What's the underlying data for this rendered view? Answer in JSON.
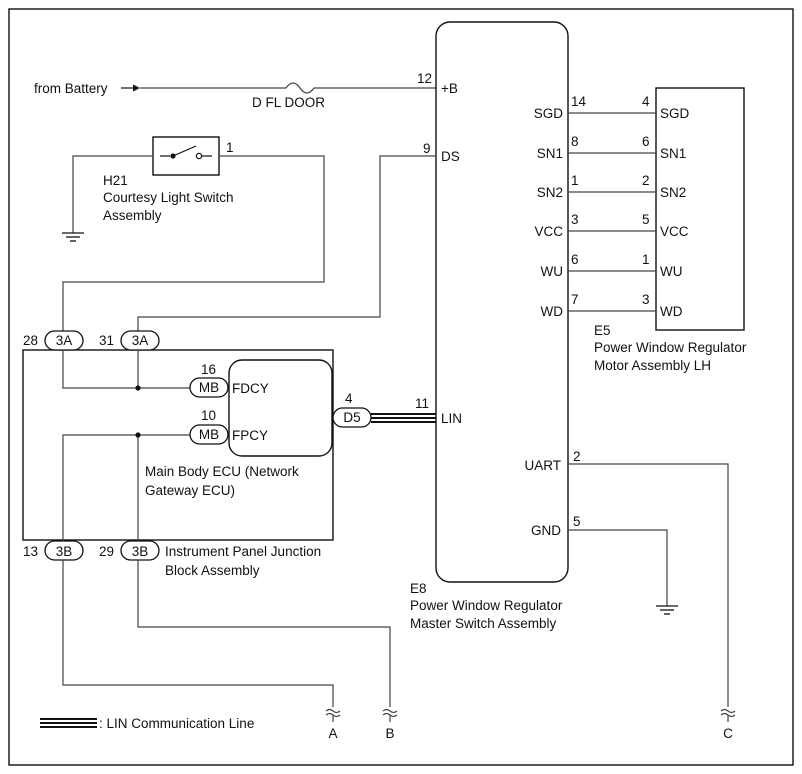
{
  "battery": {
    "label": "from Battery"
  },
  "fuse": {
    "label": "D FL DOOR"
  },
  "h21": {
    "code": "H21",
    "name_line1": "Courtesy Light Switch",
    "name_line2": "Assembly",
    "pin": "1"
  },
  "e8": {
    "code": "E8",
    "name_line1": "Power Window Regulator",
    "name_line2": "Master Switch Assembly",
    "left_pins": [
      {
        "num": "12",
        "label": "+B"
      },
      {
        "num": "9",
        "label": "DS"
      },
      {
        "num": "11",
        "label": "LIN"
      }
    ],
    "right_pins": [
      {
        "num": "14",
        "label": "SGD"
      },
      {
        "num": "8",
        "label": "SN1"
      },
      {
        "num": "1",
        "label": "SN2"
      },
      {
        "num": "3",
        "label": "VCC"
      },
      {
        "num": "6",
        "label": "WU"
      },
      {
        "num": "7",
        "label": "WD"
      },
      {
        "num": "2",
        "label": "UART"
      },
      {
        "num": "5",
        "label": "GND"
      }
    ]
  },
  "e5": {
    "code": "E5",
    "name_line1": "Power Window Regulator",
    "name_line2": "Motor Assembly LH",
    "pins": [
      {
        "num": "4",
        "label": "SGD"
      },
      {
        "num": "6",
        "label": "SN1"
      },
      {
        "num": "2",
        "label": "SN2"
      },
      {
        "num": "5",
        "label": "VCC"
      },
      {
        "num": "1",
        "label": "WU"
      },
      {
        "num": "3",
        "label": "WD"
      }
    ]
  },
  "ecu": {
    "name_line1": "Main Body ECU (Network",
    "name_line2": "Gateway ECU)",
    "pins": [
      {
        "num": "16",
        "connector": "MB",
        "label": "FDCY"
      },
      {
        "num": "10",
        "connector": "MB",
        "label": "FPCY"
      }
    ],
    "d5": {
      "num": "4",
      "connector": "D5"
    }
  },
  "junction_block": {
    "name_line1": "Instrument Panel Junction",
    "name_line2": "Block Assembly",
    "top_pins": [
      {
        "num": "28",
        "connector": "3A"
      },
      {
        "num": "31",
        "connector": "3A"
      }
    ],
    "bottom_pins": [
      {
        "num": "13",
        "connector": "3B"
      },
      {
        "num": "29",
        "connector": "3B"
      }
    ]
  },
  "terminals": [
    "A",
    "B",
    "C"
  ],
  "legend": {
    "label": ": LIN Communication Line"
  }
}
